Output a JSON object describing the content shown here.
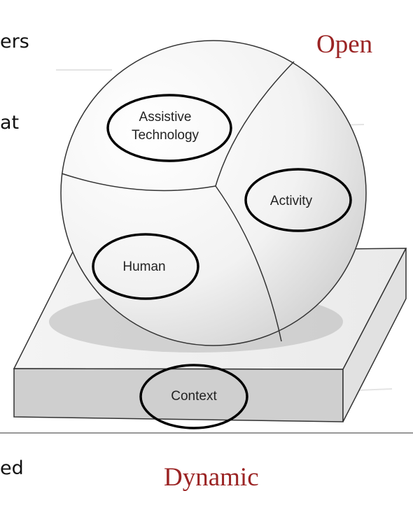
{
  "slide": {
    "left_text_fragments": [
      "ers",
      "at",
      "ed"
    ],
    "corner_labels": {
      "open": "Open",
      "dynamic": "Dynamic"
    }
  },
  "diagram": {
    "sphere_segments": {
      "assistive_technology": [
        "Assistive",
        "Technology"
      ],
      "activity": "Activity",
      "human": "Human"
    },
    "base": "Context"
  },
  "colors": {
    "accent_label": "#9b2424",
    "circle_outline": "#000000",
    "base_front": "#cfcfcf"
  }
}
